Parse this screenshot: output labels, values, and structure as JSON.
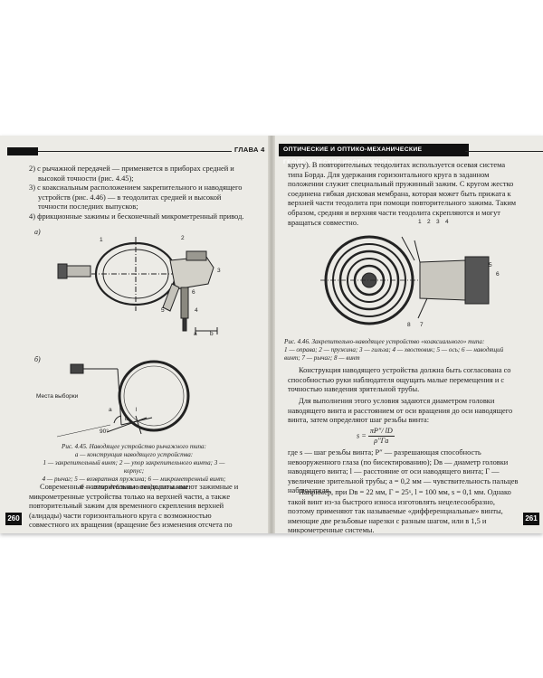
{
  "left_page": {
    "header_label": "ГЛАВА 4",
    "page_number": "260",
    "list_items": [
      "2) с рычажной передачей — применяется в приборах средней и высокой точности (рис. 4.45);",
      "3) с коаксиальным расположением закрепительного и наводящего устройств (рис. 4.46) — в теодолитах средней и высокой точности последних выпусков;",
      "4) фрикционные зажимы и бесконечный микрометренный привод."
    ],
    "figure": {
      "label_a": "а)",
      "label_b": "б)",
      "callouts": [
        "1",
        "2",
        "3",
        "4",
        "5",
        "6",
        "a",
        "b",
        "a",
        "b",
        "l"
      ],
      "annotation_place": "Места выборки",
      "annotation_angle": "90°",
      "caption_title": "Рис. 4.45. Наводящее устройство рычажного типа:",
      "caption_lines": [
        "а — конструкция наводящего устройства:",
        "1 — закрепительный винт; 2 — упор закрепительного винта; 3 — корпус;",
        "4 — рычаг; 5 — возвратная пружина; 6 — микрометренный винт;",
        "б — схема действия наводящего винта"
      ]
    },
    "bottom_text": "Современные повторительные теодолиты имеют зажимные и микрометренные устройства только на верхней части, а также повторительный зажим для временного скрепления верхней (алидады) части горизонтального круга с возможностью совместного их вращения (вращение без изменения отсчета по горизонтальному"
  },
  "right_page": {
    "header_label": "ОПТИЧЕСКИЕ И ОПТИКО-МЕХАНИЧЕСКИЕ ГЕОДЕЗИЧЕСКИЕ ИНСТРУМЕНТЫ",
    "page_number": "261",
    "top_text": "кругу). В повторительных теодолитах используется осевая система типа Борда. Для удержания горизонтального круга в заданном положении служит специальный пружинный зажим. С кругом жестко соединена гибкая дисковая мембрана, которая может быть прижата к верхней части теодолита при помощи повторительного зажима. Таким образом, средняя и верхняя части теодолита скрепляются и могут вращаться совместно.",
    "figure": {
      "callouts": [
        "1",
        "2",
        "3",
        "4",
        "5",
        "6",
        "7",
        "8"
      ],
      "caption_lines": [
        "Рис. 4.46. Закрепительно-наводящее устройство «коаксиального» типа:",
        "1 — оправа; 2 — пружина; 3 — гильза; 4 — хвостовик; 5 — ось; 6 — наводящий",
        "винт; 7 — рычаг; 8 — винт"
      ]
    },
    "para_1": "Конструкция наводящего устройства должна быть согласована со способностью руки наблюдателя ощущать малые перемещения и с точностью наведения зрительной трубы.",
    "para_2": "Для выполнения этого условия задаются диаметром головки наводящего винта и расстоянием от оси вращения до оси наводящего винта, затем определяют шаг резьбы винта:",
    "formula": {
      "lhs": "s =",
      "numerator": "πP″/ lD",
      "denominator": "ρ″Гa"
    },
    "para_3": "где s — шаг резьбы винта; P″ — разрешающая способность невооруженного глаза (по бисектированию); Dв — диаметр головки наводящего винта; l — расстояние от оси наводящего винта; Г — увеличение зрительной трубы; a = 0,2 мм — чувствительность пальцев наблюдателя.",
    "para_4": "Например, при Dв = 22 мм, Г = 25ˣ, l = 100 мм, s = 0,1 мм. Однако такой винт из-за быстрого износа изготовлять нецелесообразно, поэтому применяют так называемые «дифференциальные» винты, имеющие две резьбовые нарезки с разным шагом, или в 1,5 и микрометренные системы."
  },
  "colors": {
    "paper": "#ecebe6",
    "ink": "#1c1c1c",
    "header_black": "#111111"
  }
}
